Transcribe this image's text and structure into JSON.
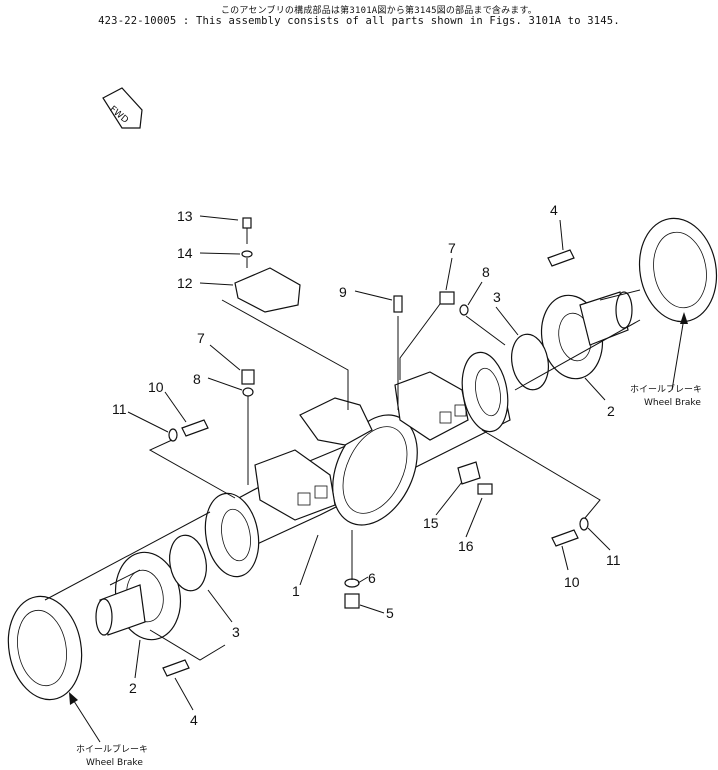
{
  "header": {
    "jp_note": "このアセンブリの構成部品は第3101A図から第3145図の部品まで含みます。",
    "assembly_note": "423-22-10005 : This assembly consists of all parts shown in Figs. 3101A to 3145."
  },
  "fwd_label": "FWD",
  "wheel_brake_right": {
    "jp": "ホイールブレーキ",
    "en": "Wheel Brake"
  },
  "wheel_brake_left": {
    "jp": "ホイールブレーキ",
    "en": "Wheel Brake"
  },
  "callouts": {
    "c1": "1",
    "c2a": "2",
    "c2b": "2",
    "c3a": "3",
    "c3b": "3",
    "c4a": "4",
    "c4b": "4",
    "c5": "5",
    "c6": "6",
    "c7a": "7",
    "c7b": "7",
    "c8a": "8",
    "c8b": "8",
    "c9": "9",
    "c10a": "10",
    "c10b": "10",
    "c11a": "11",
    "c11b": "11",
    "c12": "12",
    "c13": "13",
    "c14": "14",
    "c15": "15",
    "c16": "16"
  }
}
